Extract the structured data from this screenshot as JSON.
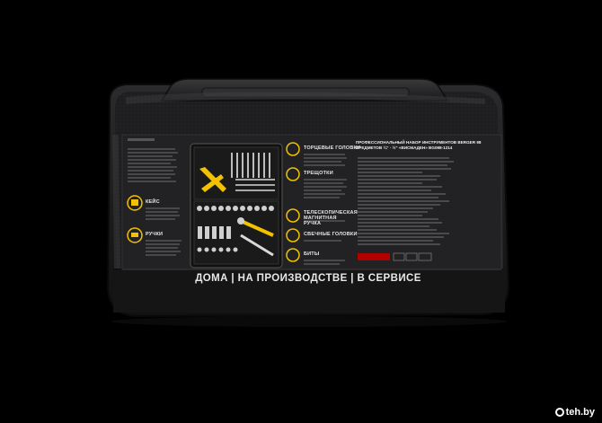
{
  "photo": {
    "subject": "tool-set-case",
    "palette": {
      "background": "#000000",
      "case": "#1f1f20",
      "case_highlight": "#3a3a3c",
      "label": "#222224",
      "accent_yellow": "#f2c200",
      "badge_red": "#b00000"
    }
  },
  "label": {
    "slogan": "ДОМА | НА ПРОИЗВОДСТВЕ | В СЕРВИСЕ",
    "sections_left": [
      "КЕЙС",
      "РУЧКИ"
    ],
    "sections_center": [
      "ТОРЦЕВЫЕ ГОЛОВКИ",
      "ТРЕЩОТКИ",
      "ТЕЛЕСКОПИЧЕСКАЯ МАГНИТНАЯ РУЧКА",
      "СВЕЧНЫЕ ГОЛОВКИ",
      "БИТЫ"
    ],
    "product_title": "ПРОФЕССИОНАЛЬНЫЙ НАБОР ИНСТРУМЕНТОВ BERGER 98 ПРЕДМЕТОВ ¼\" · ½\" «ВИСМАДЕН» BG098-1214"
  },
  "watermark": {
    "text": "teh.by"
  }
}
